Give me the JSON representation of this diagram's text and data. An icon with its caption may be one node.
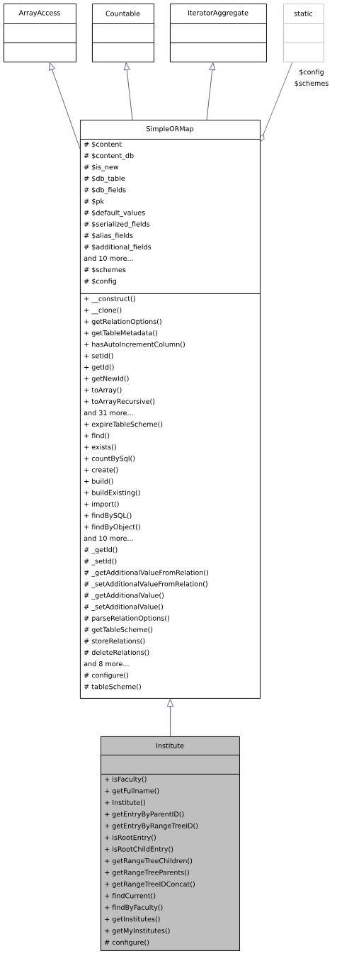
{
  "diagram": {
    "nodes": [
      {
        "text": [
          "ArrayAccess"
        ]
      },
      {
        "text": [],
        "shape": "box",
        "in": 0
      },
      {
        "text": [],
        "shape": "box",
        "in": 0
      },
      {
        "text": [
          "Countable"
        ]
      },
      {
        "text": [],
        "shape": "box",
        "in": 3
      },
      {
        "text": [],
        "shape": "box",
        "in": 3
      },
      {
        "text": [
          "IteratorAggregate"
        ]
      },
      {
        "text": [],
        "shape": "box",
        "in": 6
      },
      {
        "text": [],
        "shape": "box",
        "in": 6
      },
      {
        "text": [
          "static"
        ]
      },
      {
        "text": [],
        "shape": "box",
        "in": 9
      },
      {
        "text": [],
        "shape": "box",
        "in": 9
      },
      {
        "text": [
          "SimpleORMap"
        ]
      },
      {
        "text": [
          "# $content",
          "# $content_db",
          "# $is_new",
          "# $db_table",
          "# $db_fields",
          "# $pk",
          "# $default_values",
          "# $serialized_fields",
          "# $alias_fields",
          "# $additional_fields",
          "and 10 more...",
          "# $schemes",
          "# $config"
        ],
        "in": 12
      },
      {
        "text": [
          "+ __construct()",
          "+ __clone()",
          "+ getRelationOptions()",
          "+ getTableMetadata()",
          "+ hasAutoIncrementColumn()",
          "+ setId()",
          "+ getId()",
          "+ getNewId()",
          "+ toArray()",
          "+ toArrayRecursive()",
          "and 31 more...",
          "+ expireTableScheme()",
          "+ find()",
          "+ exists()",
          "+ countBySql()",
          "+ create()",
          "+ build()",
          "+ buildExisting()",
          "+ import()",
          "+ findBySQL()",
          "+ findByObject()",
          "and 10 more...",
          "# _getId()",
          "# _setId()",
          "# _getAdditionalValueFromRelation()",
          "# _setAdditionalValueFromRelation()",
          "# _getAdditionalValue()",
          "# _setAdditionalValue()",
          "# parseRelationOptions()",
          "# getTableScheme()",
          "# storeRelations()",
          "# deleteRelations()",
          "and 8 more...",
          "# configure()",
          "# tableScheme()"
        ],
        "in": 12
      },
      {
        "text": [
          "Institute"
        ]
      },
      {
        "text": [],
        "shape": "box",
        "in": 15
      },
      {
        "text": [
          "+ isFaculty()",
          "+ getFullname()",
          "+ Institute()",
          "+ getEntryByParentID()",
          "+ getEntryByRangeTreeID()",
          "+ isRootEntry()",
          "+ isRootChildEntry()",
          "+ getRangeTreeChildren()",
          "+ getRangeTreeParents()",
          "+ getRangeTreeIDConcat()",
          "+ findCurrent()",
          "+ findByFaculty()",
          "+ getInstitutes()",
          "+ getMyInstitutes()",
          "# configure()"
        ],
        "in": 15
      }
    ],
    "edges": [
      {
        "from": 12,
        "to": 0,
        "arrow": "to"
      },
      {
        "from": 12,
        "to": 3,
        "arrow": "to"
      },
      {
        "from": 12,
        "to": 6,
        "arrow": "to"
      },
      {
        "from": 9,
        "to": 12,
        "arrow": "other",
        "label": "$config $schemes",
        "color": "#404040"
      },
      {
        "from": 15,
        "to": 12,
        "arrow": "to"
      }
    ]
  }
}
